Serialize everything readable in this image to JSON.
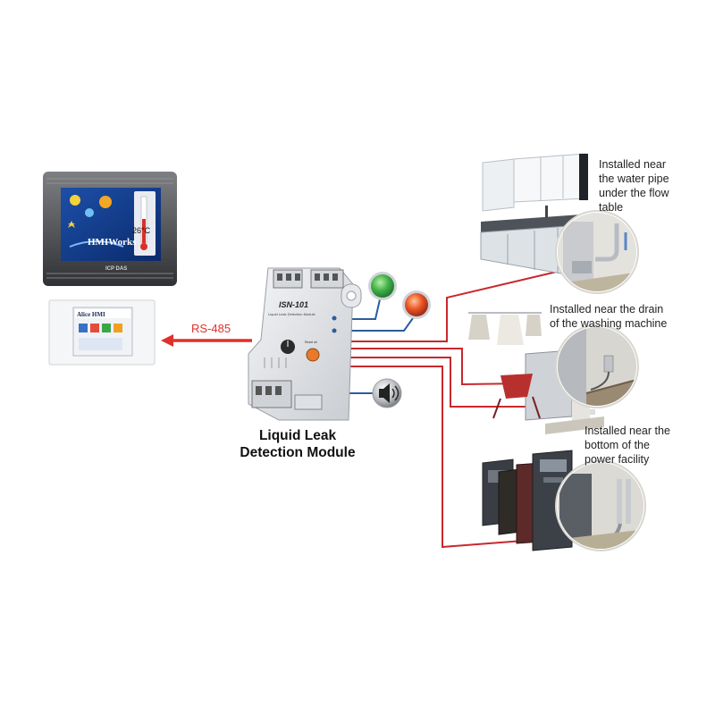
{
  "module": {
    "title_line1": "Liquid Leak",
    "title_line2": "Detection Module",
    "model": "ISN-101",
    "subtitle": "Liquid Leak Detection Module",
    "knob_label": "",
    "reset_label": "Reset all"
  },
  "link": {
    "protocol": "RS-485"
  },
  "hmi_devices": {
    "touch_panel_brand": "HMIWorks",
    "touch_panel_reading": "26°C",
    "wall_panel_brand": "Alice HMI",
    "logo": "ICP DAS"
  },
  "locations": [
    {
      "line1": "Installed near",
      "line2": "the water pipe",
      "line3": "under the flow",
      "line4": "table"
    },
    {
      "line1": "Installed near the drain",
      "line2": "of the washing machine"
    },
    {
      "line1": "Installed near the",
      "line2": "bottom of the",
      "line3": "power facility"
    }
  ],
  "colors": {
    "signal_red": "#c8282c",
    "wire_blue": "#2a5d9c",
    "led_green": "#3aa64a",
    "led_red": "#e04a24",
    "arrow_red": "#e0302a"
  },
  "icons": [
    "green-led-icon",
    "red-led-icon",
    "speaker-icon",
    "rs485-arrow-icon"
  ]
}
